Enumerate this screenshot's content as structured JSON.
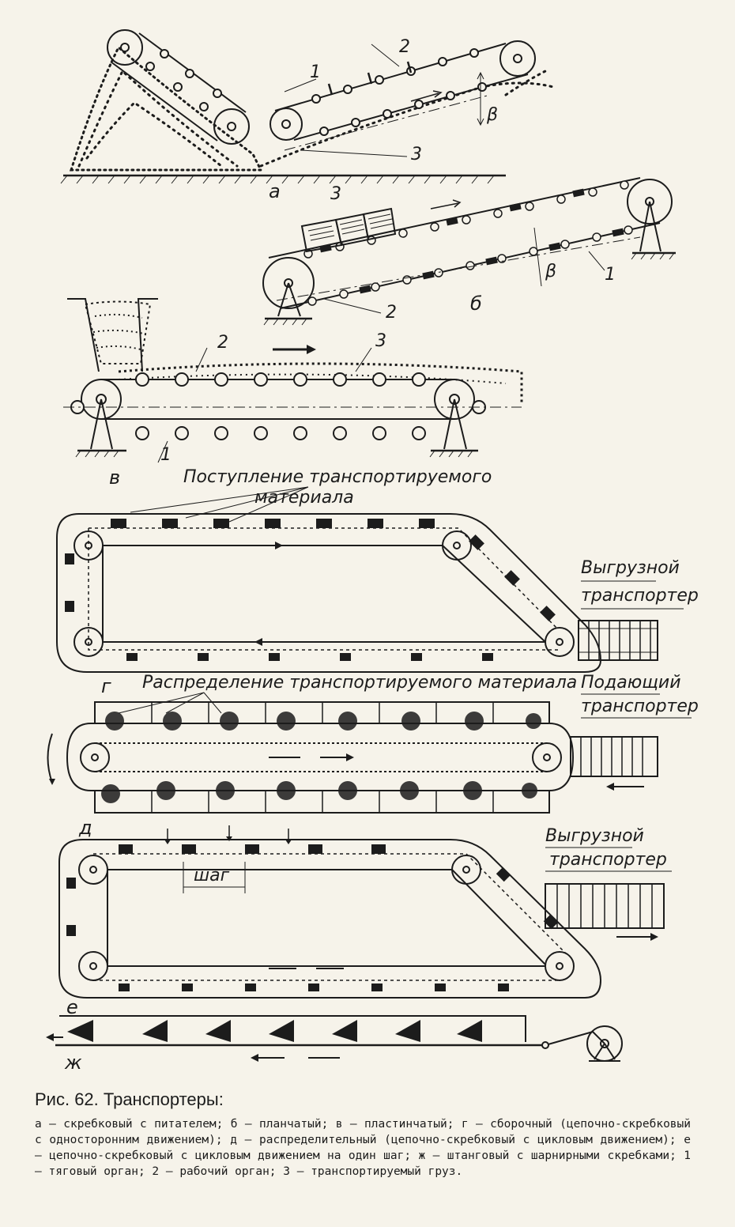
{
  "figure": {
    "parts": {
      "a": {
        "letter": "а",
        "labels": [
          "1",
          "2",
          "3"
        ],
        "angle": "β"
      },
      "b": {
        "letter": "б",
        "labels": [
          "1",
          "2",
          "3"
        ],
        "angle": "β"
      },
      "v": {
        "letter": "в",
        "labels": [
          "1",
          "2",
          "3"
        ]
      },
      "g": {
        "letter": "г",
        "note": "Поступление транспортируемого материала",
        "unload": "Выгрузной транспортер"
      },
      "d": {
        "letter": "д",
        "note": "Распределение транспортируемого материала",
        "feed": "Подающий транспортер"
      },
      "e": {
        "letter": "е",
        "step": "шаг",
        "unload": "Выгрузной транспортер"
      },
      "zh": {
        "letter": "ж"
      }
    }
  },
  "caption": {
    "title": "Рис. 62. Транспортеры:",
    "text": "а — скребковый с питателем; б — планчатый; в — пластинчатый; г — сборочный (цепочно-скребковый с односторонним движением); д — распределительный (цепочно-скребковый с цикловым движением); е — цепочно-скребковый с цикловым движением на один шаг; ж — штанговый с шарнирными скребками; 1 — тяговый орган; 2 — рабочий орган; 3 — транспортируемый груз."
  }
}
